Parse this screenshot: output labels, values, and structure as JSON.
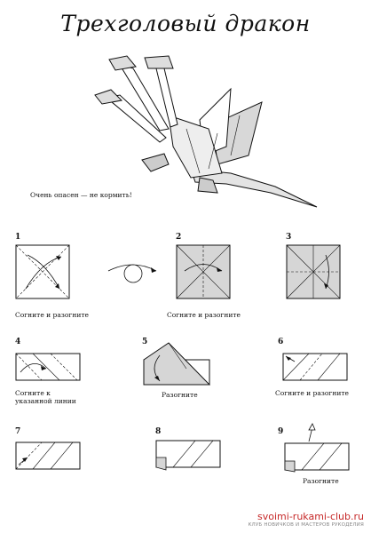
{
  "title": "Трехголовый дракон",
  "caption": "Очень опасен — не кормить!",
  "steps": [
    {
      "num": "1",
      "label": "Согните и разогните"
    },
    {
      "num": "2",
      "label": "Согните и разогните"
    },
    {
      "num": "3",
      "label": ""
    },
    {
      "num": "4",
      "label": "Согните к указанной линии"
    },
    {
      "num": "5",
      "label": "Разогните"
    },
    {
      "num": "6",
      "label": "Согните и разогните"
    },
    {
      "num": "7",
      "label": ""
    },
    {
      "num": "8",
      "label": ""
    },
    {
      "num": "9",
      "label": "Разогните"
    }
  ],
  "watermark": {
    "site": "svoimi-rukami-club.ru",
    "tagline": "КЛУБ НОВИЧКОВ И МАСТЕРОВ РУКОДЕЛИЯ"
  },
  "colors": {
    "paper_gray": "#d6d6d6",
    "ink": "#111111",
    "watermark": "#c62828"
  }
}
